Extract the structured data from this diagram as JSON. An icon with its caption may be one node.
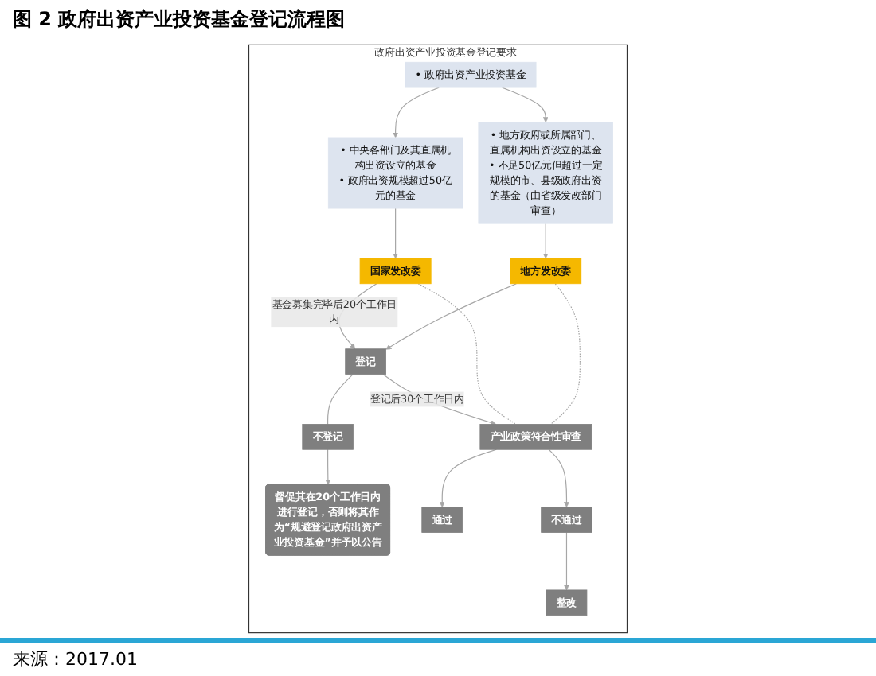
{
  "diagram": {
    "title": "图 2 政府出资产业投资基金登记流程图",
    "caption": "来源：2017.01",
    "nodes": [
      {
        "text": [
          "政府出资产业投资基金登记要求"
        ]
      },
      {
        "text": [
          "• 政府出资产业投资基金"
        ],
        "in": 0
      },
      {
        "text": [
          "• 中央各部门及其直属机构出资设立的基金",
          "• 政府出资规模超过50亿元的基金"
        ],
        "in": 0
      },
      {
        "text": [
          "• 地方政府或所属部门、直属机构出资设立的基金",
          "• 不足50亿元但超过一定规模的市、县级政府出资的基金（由省级发改部门审查）"
        ],
        "in": 0
      },
      {
        "text": [
          "国家发改委"
        ],
        "in": 0
      },
      {
        "text": [
          "地方发改委"
        ],
        "in": 0
      },
      {
        "text": [
          "登记"
        ],
        "in": 0
      },
      {
        "text": [
          "不登记"
        ],
        "in": 0
      },
      {
        "text": [
          "产业政策符合性审查"
        ],
        "in": 0
      },
      {
        "text": [
          "通过"
        ],
        "in": 0
      },
      {
        "text": [
          "不通过"
        ],
        "in": 0
      },
      {
        "text": [
          "整改"
        ],
        "in": 0
      },
      {
        "text": [
          "督促其在20个工作日内进行登记，否则将其作为“规避登记政府出资产业投资基金”并予以公告"
        ],
        "in": 0
      }
    ],
    "edges": [
      {
        "from": 1,
        "to": 2,
        "arrow": "to"
      },
      {
        "from": 1,
        "to": 3,
        "arrow": "to"
      },
      {
        "from": 2,
        "to": 4,
        "arrow": "to"
      },
      {
        "from": 3,
        "to": 5,
        "arrow": "to"
      },
      {
        "from": 4,
        "to": 6,
        "arrow": "to",
        "label": "基金募集完毕后20个工作日内"
      },
      {
        "from": 5,
        "to": 6,
        "arrow": "to"
      },
      {
        "from": 6,
        "to": 7,
        "arrow": "none"
      },
      {
        "from": 6,
        "to": 8,
        "arrow": "to",
        "label": "登记后30个工作日内"
      },
      {
        "from": 4,
        "to": 8,
        "arrow": "none",
        "style": "dashed"
      },
      {
        "from": 5,
        "to": 8,
        "arrow": "none",
        "style": "dashed"
      },
      {
        "from": 7,
        "to": 12,
        "arrow": "to"
      },
      {
        "from": 8,
        "to": 9,
        "arrow": "to"
      },
      {
        "from": 8,
        "to": 10,
        "arrow": "to"
      },
      {
        "from": 10,
        "to": 11,
        "arrow": "to"
      }
    ]
  }
}
